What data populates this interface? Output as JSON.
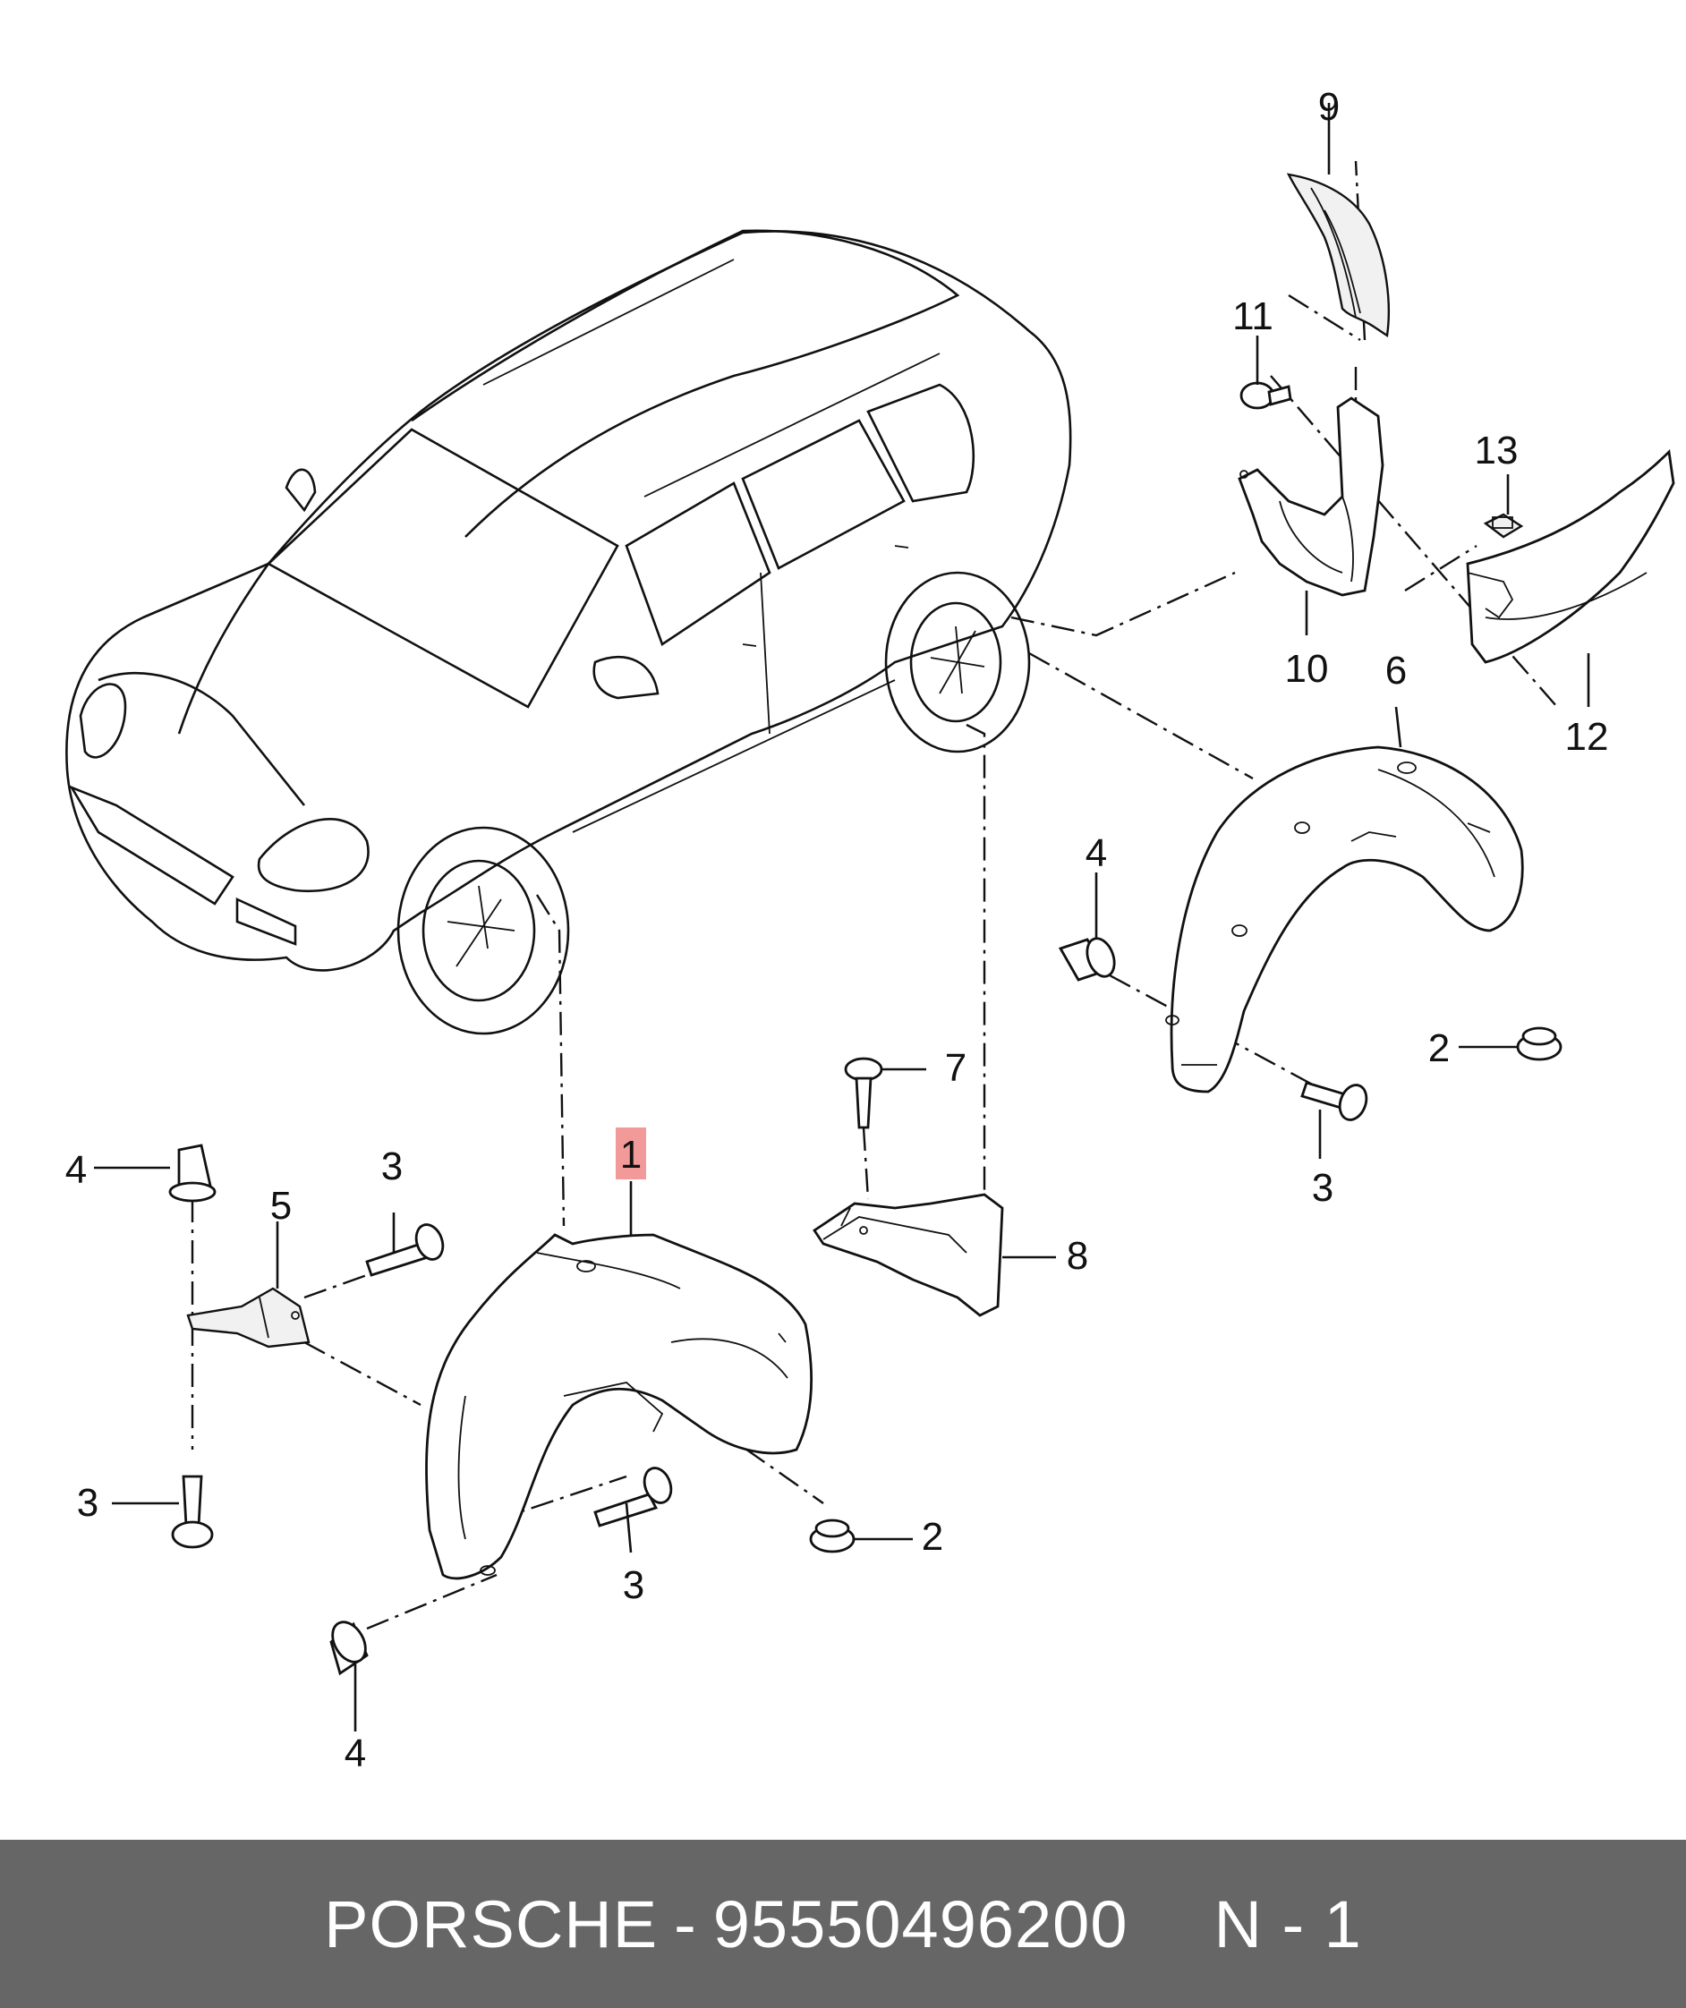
{
  "diagram": {
    "highlight_color": "#f29a9a",
    "callouts": [
      {
        "id": "c1",
        "text": "1",
        "highlighted": true
      },
      {
        "id": "c2a",
        "text": "2"
      },
      {
        "id": "c2b",
        "text": "2"
      },
      {
        "id": "c3a",
        "text": "3"
      },
      {
        "id": "c3b",
        "text": "3"
      },
      {
        "id": "c3c",
        "text": "3"
      },
      {
        "id": "c3d",
        "text": "3"
      },
      {
        "id": "c4a",
        "text": "4"
      },
      {
        "id": "c4b",
        "text": "4"
      },
      {
        "id": "c4c",
        "text": "4"
      },
      {
        "id": "c5",
        "text": "5"
      },
      {
        "id": "c6",
        "text": "6"
      },
      {
        "id": "c7",
        "text": "7"
      },
      {
        "id": "c8",
        "text": "8"
      },
      {
        "id": "c9",
        "text": "9"
      },
      {
        "id": "c10",
        "text": "10"
      },
      {
        "id": "c11",
        "text": "11"
      },
      {
        "id": "c12",
        "text": "12"
      },
      {
        "id": "c13",
        "text": "13"
      }
    ]
  },
  "footer": {
    "brand": "PORSCHE",
    "separator": "-",
    "part_number": "95550496200",
    "page_ref": "N - 1",
    "background": "#666666"
  }
}
